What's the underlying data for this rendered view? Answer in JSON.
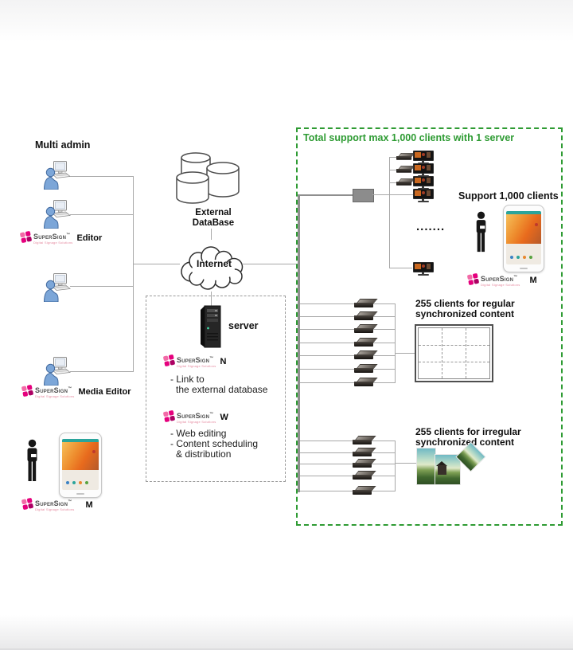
{
  "colors": {
    "accent_green": "#2e9b33",
    "brand_pink": "#e5007d",
    "connector_gray": "#a8a8a8",
    "user_blue": "#7ca6d8"
  },
  "icons": {
    "admin_user": "person-with-computer",
    "database": "stacked-database-cylinders",
    "cloud": "internet-cloud",
    "server_tower": "server-tower",
    "media_player": "signage-media-player-box",
    "display": "signage-display",
    "network_switch": "network-switch",
    "person": "standing-person",
    "smartphone": "android-smartphone",
    "flower": "supersign-flower"
  },
  "brand": {
    "name": "SuperSign",
    "tm": "™",
    "tagline": "Digital Signage Solutions"
  },
  "logos": {
    "editor": "Editor",
    "media_editor": "Media Editor",
    "m": "M",
    "n": "N",
    "w": "W"
  },
  "left_column": {
    "multi_admin": "Multi admin"
  },
  "center": {
    "external_db_line1": "External",
    "external_db_line2": "DataBase",
    "internet": "Internet"
  },
  "server_panel": {
    "server_label": "server",
    "n_feature_line1": "- Link to",
    "n_feature_line2": "the external database",
    "w_feature_line1": "- Web editing",
    "w_feature_line2": "- Content scheduling",
    "w_feature_line3": "& distribution"
  },
  "green_panel": {
    "title": "Total support max 1,000 clients with 1 server",
    "ellipsis_dots": ".......",
    "support_label": "Support 1,000 clients",
    "regular_line1": "255 clients for regular",
    "regular_line2": "synchronized content",
    "irregular_line1": "255 clients for irregular",
    "irregular_line2": "synchronized content"
  }
}
